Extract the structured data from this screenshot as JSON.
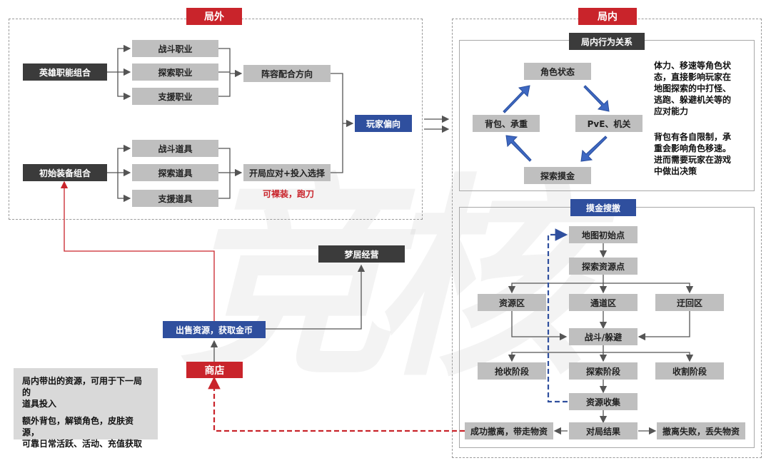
{
  "sections": {
    "outside": "局外",
    "inside": "局内"
  },
  "outside": {
    "hero_combo": "英雄职能组合",
    "hero_roles": [
      "战斗职业",
      "探索职业",
      "支援职业"
    ],
    "lineup": "阵容配合方向",
    "gear_combo": "初始装备组合",
    "gear_items": [
      "战斗道具",
      "探索道具",
      "支援道具"
    ],
    "opening": "开局应对+投入选择",
    "opening_note": "可裸装，跑刀",
    "preference": "玩家偏向"
  },
  "economy": {
    "dream_home": "梦居经营",
    "sell": "出售资源，获取金币",
    "shop": "商店",
    "note_lines": [
      "局内带出的资源，可用于下一局的",
      "道具投入",
      "",
      "额外背包，解锁角色，皮肤资源，",
      "可靠日常活跃、活动、充值获取"
    ]
  },
  "inside": {
    "relations_title": "局内行为关系",
    "cycle": {
      "top": "角色状态",
      "right": "PvE、机关",
      "bottom": "探索摸金",
      "left": "背包、承重"
    },
    "desc_lines_1": [
      "体力、移速等角色状",
      "态，直接影响玩家在",
      "地图探索的中打怪、",
      "逃跑、躲避机关等的",
      "应对能力"
    ],
    "desc_lines_2": [
      "背包有各自限制，承",
      "重会影响角色移速。",
      "进而需要玩家在游戏",
      "中做出决策"
    ]
  },
  "extract": {
    "title": "摸金搜撤",
    "spawn": "地图初始点",
    "explore": "探索资源点",
    "zones": [
      "资源区",
      "通道区",
      "迂回区"
    ],
    "combat": "战斗/躲避",
    "phases": [
      "抢收阶段",
      "探索阶段",
      "收割阶段"
    ],
    "collect": "资源收集",
    "result": "对局结果",
    "success": "成功撤离，带走物资",
    "fail": "撤离失败，丢失物资"
  },
  "watermark": "竞核",
  "colors": {
    "red": "#c9242b",
    "blue": "#2f4f9e",
    "dark": "#3b3b3b",
    "gray": "#bfbfbf"
  }
}
